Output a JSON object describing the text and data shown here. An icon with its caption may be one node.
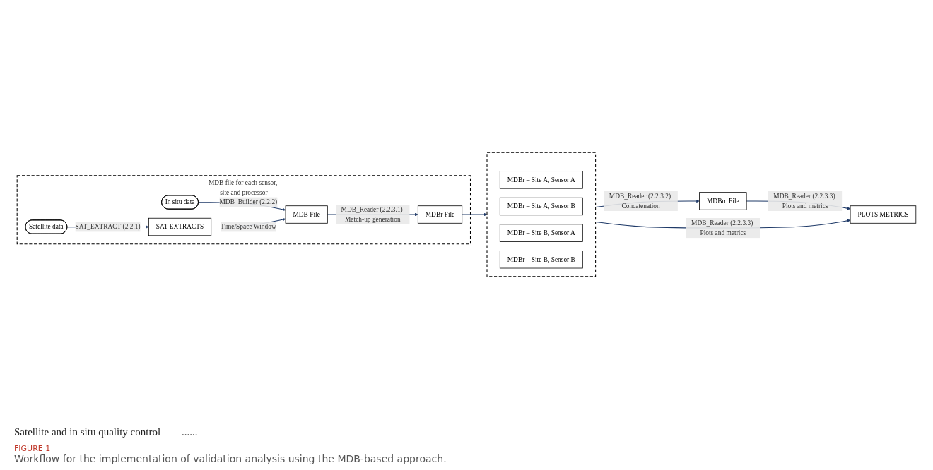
{
  "diagram": {
    "caption": "Workflow for the implementation of validation analysis using the MDB-based approach.",
    "nodes": [
      {
        "text": [
          "MDB file for each sensor, site and processor"
        ]
      },
      {
        "text": [
          "Satellite data"
        ],
        "in": 0
      },
      {
        "text": [
          "In situ data"
        ],
        "in": 0
      },
      {
        "text": [
          "SAT EXTRACTS"
        ],
        "in": 0
      },
      {
        "text": [
          "MDB File"
        ],
        "in": 0
      },
      {
        "text": [
          "MDBr File"
        ],
        "in": 0
      },
      {
        "text": [],
        "shape": "box"
      },
      {
        "text": [
          "MDBr – Site A, Sensor A"
        ],
        "in": 6
      },
      {
        "text": [
          "MDBr – Site A, Sensor B"
        ],
        "in": 6
      },
      {
        "text": [
          "MDBr – Site B, Sensor A"
        ],
        "in": 6
      },
      {
        "text": [
          "MDBr – Site B, Sensor B"
        ],
        "in": 6
      },
      {
        "text": [
          "MDBrc File"
        ]
      },
      {
        "text": [
          "PLOTS METRICS"
        ]
      }
    ],
    "edges": [
      {
        "from": 1,
        "to": 3,
        "arrow": "to",
        "label": "SAT_EXTRACT (2.2.1)"
      },
      {
        "from": 2,
        "to": 4,
        "arrow": "to",
        "label": "MDB_Builder (2.2.2)"
      },
      {
        "from": 3,
        "to": 4,
        "arrow": "to",
        "label": "Time/Space Window"
      },
      {
        "from": 4,
        "to": 5,
        "arrow": "to",
        "label": "MDB_Reader (2.2.3.1) Match-up generation"
      },
      {
        "from": 5,
        "to": 6,
        "arrow": "to"
      },
      {
        "from": 6,
        "to": 12,
        "arrow": "to",
        "label": "MDB_Reader (2.2.3.3) Plots and metrics"
      },
      {
        "from": 6,
        "to": 11,
        "arrow": "to",
        "label": "MDB_Reader (2.2.3.2) Concatenation"
      },
      {
        "from": 11,
        "to": 12,
        "arrow": "to",
        "label": "MDB_Reader (2.2.3.3) Plots and metrics"
      }
    ],
    "labels": [
      "Satellite and in situ quality control",
      "......",
      "FIGURE 1"
    ]
  }
}
